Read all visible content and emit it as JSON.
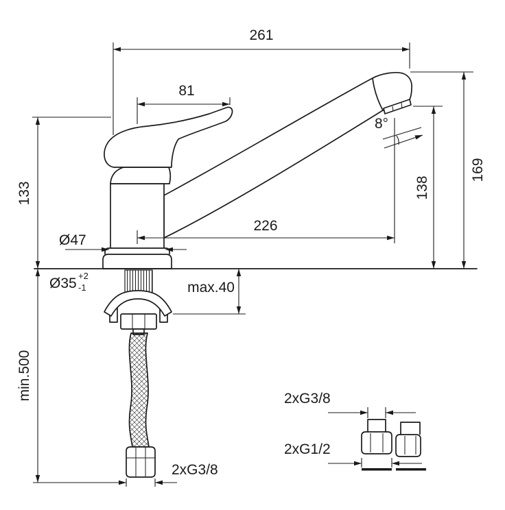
{
  "page": {
    "background": "#ffffff",
    "line_color": "#1a1a1a",
    "subject": "single-lever kitchen mixer tap dimensional drawing"
  },
  "labels": {
    "overall_width": "261",
    "handle_length": "81",
    "body_height": "133",
    "spout_angle": "8°",
    "total_height": "169",
    "spout_height": "138",
    "spout_reach": "226",
    "base_diameter": "Ø47",
    "hole_diameter": "Ø35",
    "hole_tol_plus": "+2",
    "hole_tol_minus": "-1",
    "max_deck_thickness": "max.40",
    "min_hose_length": "min.500",
    "hose_thread": "2xG3/8",
    "adapter_thread_a": "2xG3/8",
    "adapter_thread_b": "2xG1/2"
  }
}
